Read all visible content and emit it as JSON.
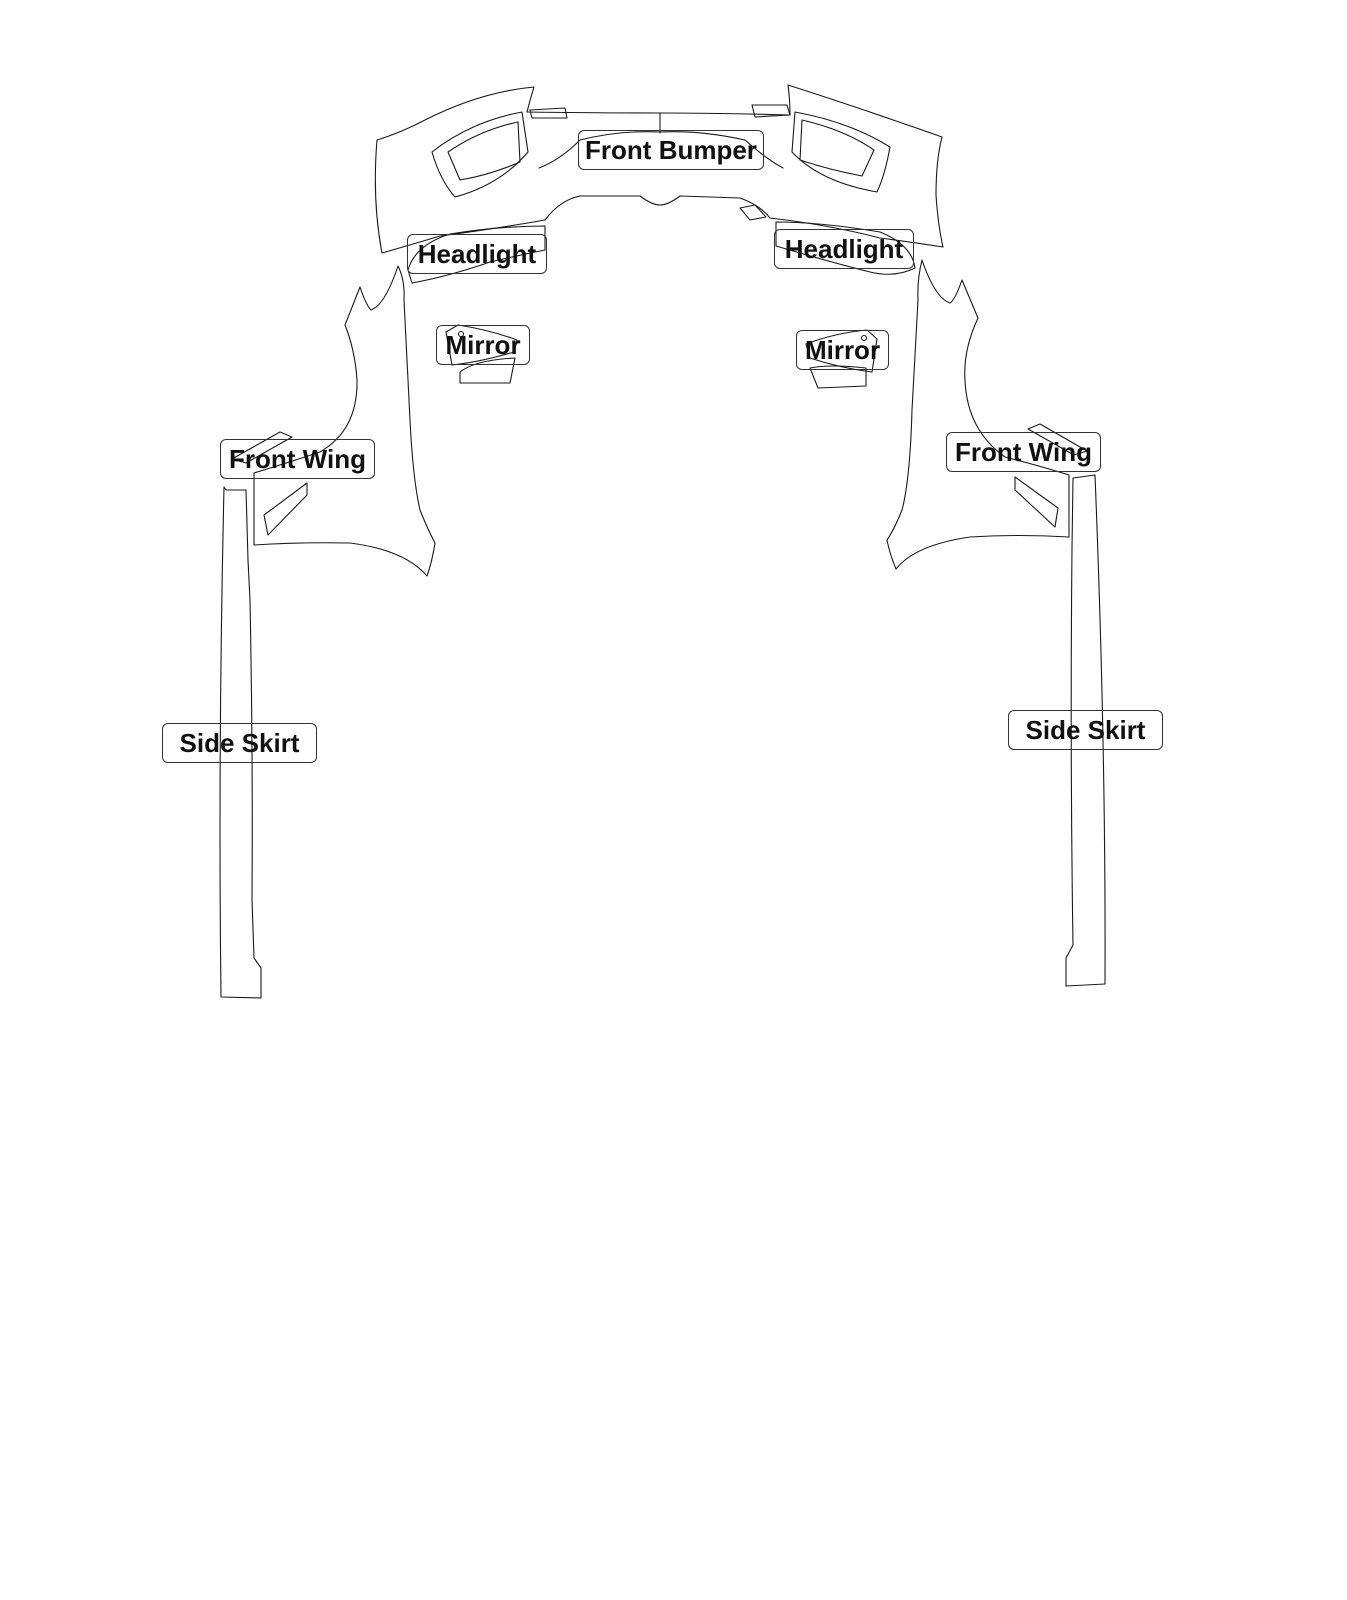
{
  "colors": {
    "outline": "#1a1a1a",
    "label_border": "#333333",
    "label_text": "#111111",
    "background": "#ffffff"
  },
  "parts": {
    "front_bumper": "Front Bumper",
    "headlight_left": "Headlight",
    "headlight_right": "Headlight",
    "mirror_left": "Mirror",
    "mirror_right": "Mirror",
    "front_wing_left": "Front Wing",
    "front_wing_right": "Front Wing",
    "side_skirt_left": "Side Skirt",
    "side_skirt_right": "Side Skirt"
  }
}
